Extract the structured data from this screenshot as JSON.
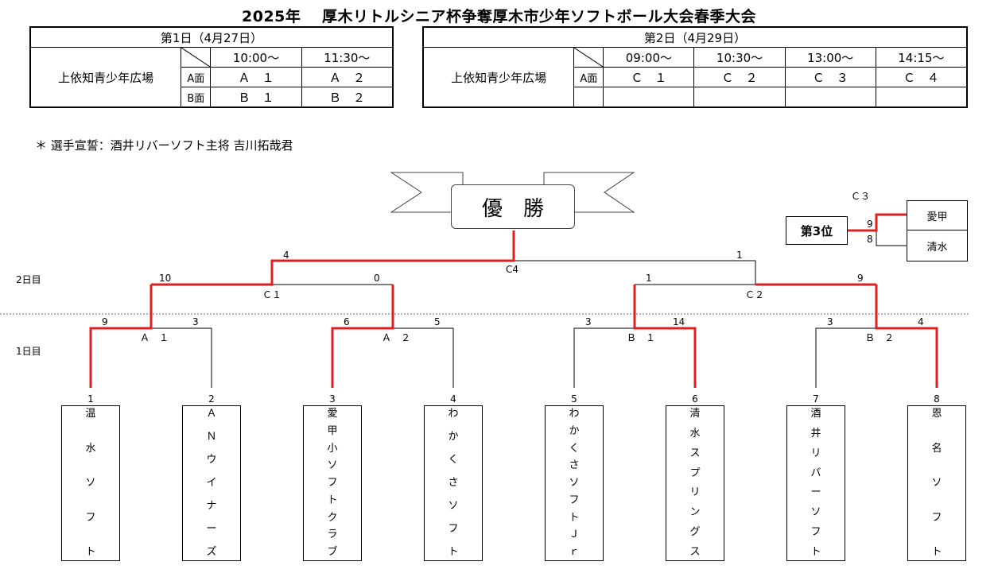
{
  "title": "2025年　 厚木リトルシニア杯争奪厚木市少年ソフトボール大会春季大会",
  "day1": {
    "header": "第1日（4月27日）",
    "venue": "上依知青少年広場",
    "times": [
      "10:00～",
      "11:30～"
    ],
    "rows": [
      {
        "court": "A面",
        "games": [
          "Ａ　１",
          "Ａ　２"
        ]
      },
      {
        "court": "B面",
        "games": [
          "Ｂ　１",
          "Ｂ　２"
        ]
      }
    ]
  },
  "day2": {
    "header": "第2日（4月29日）",
    "venue": "上依知青少年広場",
    "times": [
      "09:00～",
      "10:30～",
      "13:00～",
      "14:15～"
    ],
    "rows": [
      {
        "court": "A面",
        "games": [
          "Ｃ　１",
          "Ｃ　２",
          "Ｃ　３",
          "Ｃ　４"
        ]
      }
    ]
  },
  "note": "＊ 選手宣誓：酒井リバーソフト主将 吉川拓哉君",
  "champion_label": "優　勝",
  "round_labels": {
    "day2": "2日目",
    "day1": "1日目"
  },
  "third_place": {
    "game": "Ｃ３",
    "label": "第3位",
    "teams": [
      "愛甲",
      "清水"
    ],
    "scores": [
      "9",
      "8"
    ]
  },
  "final": {
    "game": "C4",
    "left_score": "4",
    "right_score": "1"
  },
  "semis": [
    {
      "game": "Ｃ１",
      "left_score": "10",
      "right_score": "0"
    },
    {
      "game": "Ｃ２",
      "left_score": "1",
      "right_score": "9"
    }
  ],
  "first_round": [
    {
      "game": "Ａ　１",
      "left_score": "9",
      "right_score": "3"
    },
    {
      "game": "Ａ　２",
      "left_score": "6",
      "right_score": "5"
    },
    {
      "game": "Ｂ　１",
      "left_score": "3",
      "right_score": "14"
    },
    {
      "game": "Ｂ　２",
      "left_score": "3",
      "right_score": "4"
    }
  ],
  "teams": [
    {
      "no": "1",
      "chars": [
        "温",
        "水",
        "ソ",
        "フ",
        "ト"
      ]
    },
    {
      "no": "2",
      "chars": [
        "Ａ",
        "Ｎ",
        "ウ",
        "イ",
        "ナ",
        "ー",
        "ズ"
      ]
    },
    {
      "no": "3",
      "chars": [
        "愛",
        "甲",
        "小",
        "ソ",
        "フ",
        "ト",
        "ク",
        "ラ",
        "ブ"
      ]
    },
    {
      "no": "4",
      "chars": [
        "わ",
        "か",
        "く",
        "さ",
        "ソ",
        "フ",
        "ト"
      ]
    },
    {
      "no": "5",
      "chars": [
        "わ",
        "か",
        "く",
        "さ",
        "ソ",
        "フ",
        "ト",
        "Ｊ",
        "ｒ"
      ]
    },
    {
      "no": "6",
      "chars": [
        "清",
        "水",
        "ス",
        "プ",
        "リ",
        "ン",
        "グ",
        "ス"
      ]
    },
    {
      "no": "7",
      "chars": [
        "酒",
        "井",
        "リ",
        "バ",
        "ー",
        "ソ",
        "フ",
        "ト"
      ]
    },
    {
      "no": "8",
      "chars": [
        "恩",
        "名",
        "ソ",
        "フ",
        "ト"
      ]
    }
  ],
  "colors": {
    "winner_line": "#e02020",
    "line": "#000000"
  }
}
